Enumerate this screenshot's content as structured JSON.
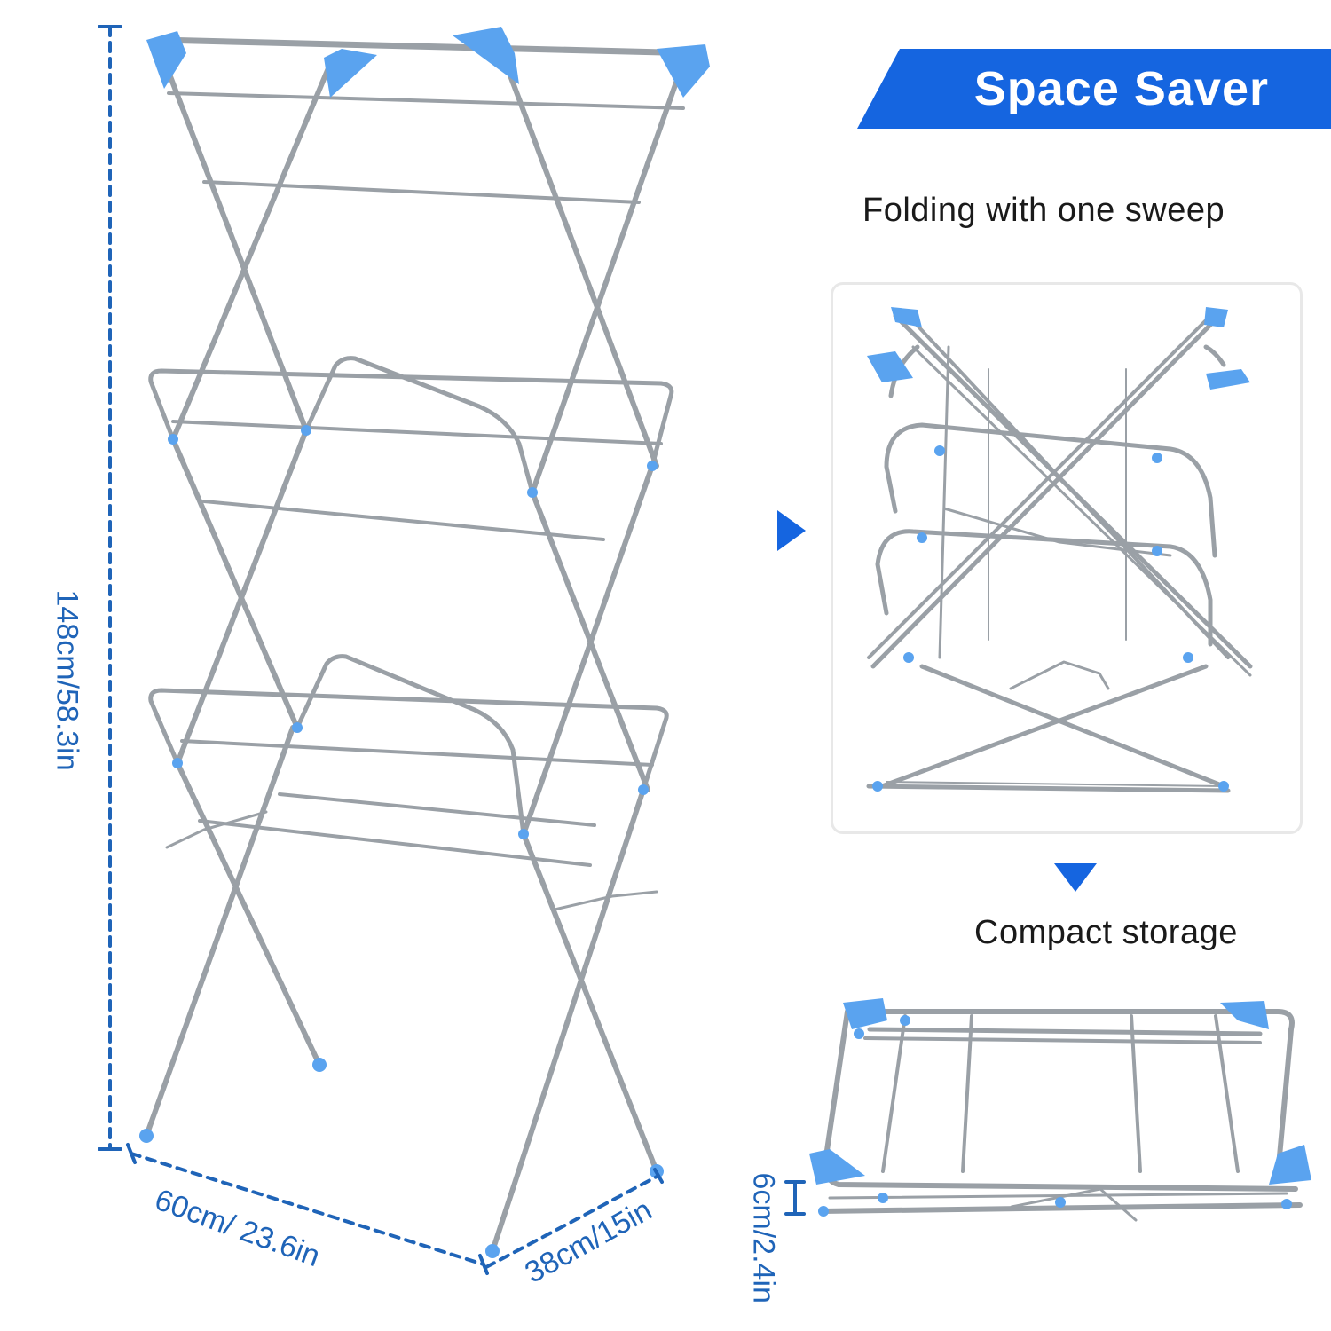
{
  "banner": {
    "title": "Space Saver",
    "color": "#1565e0"
  },
  "captions": {
    "folding": "Folding with one sweep",
    "compact": "Compact storage"
  },
  "dimensions": {
    "height": "148cm/58.3in",
    "width": "60cm/ 23.6in",
    "depth": "38cm/15in",
    "folded_thickness": "6cm/2.4in"
  },
  "icons": {
    "arrow_right": "arrow-right-icon",
    "arrow_down": "arrow-down-icon"
  },
  "colors": {
    "accent": "#1565e0",
    "dimension_line": "#1f64b8",
    "frame_metal": "#9aa0a6",
    "end_cap": "#5aa3ef"
  }
}
